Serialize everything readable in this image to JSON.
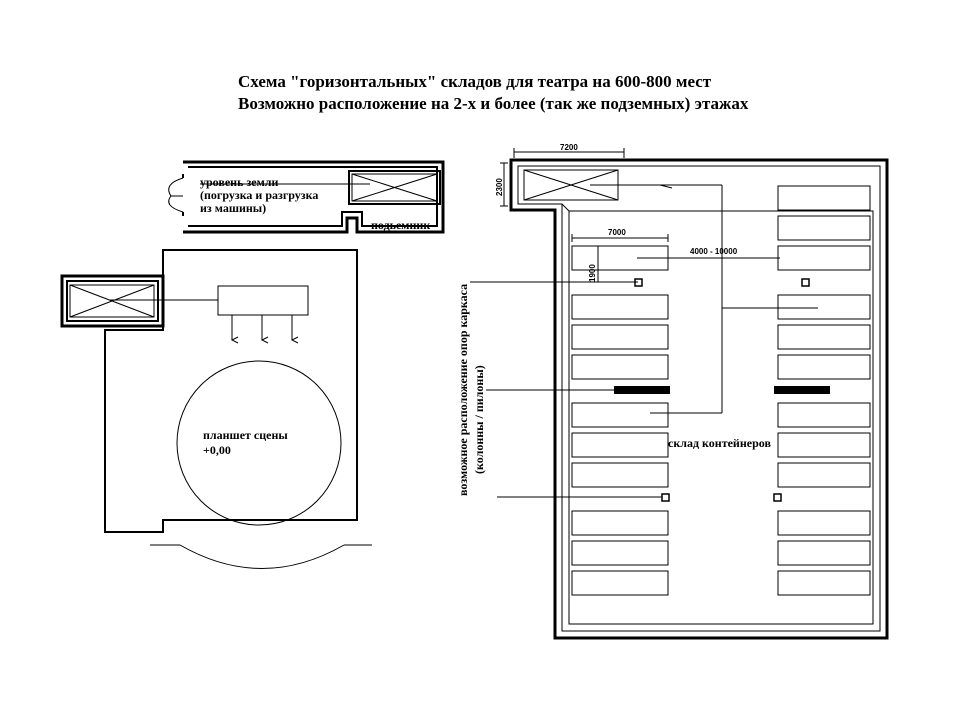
{
  "title": {
    "line1": "Схема \"горизонтальных\" складов для театра на 600-800 мест",
    "line2": "Возможно расположение на 2-х и более (так же подземных) этажах"
  },
  "left_plan": {
    "ground_level_label": [
      "уровень земли",
      "(погрузка и разгрузка",
      " из машины)"
    ],
    "lift_label": "подьемник",
    "stage_label": [
      "планшет сцены",
      "+0,00"
    ]
  },
  "right_plan": {
    "dim_top_width": "7200",
    "dim_top_height": "2300",
    "dim_container_width": "7000",
    "dim_container_height": "1900",
    "dim_aisle": "4000 - 10000",
    "columns_label": [
      "возможное расположение опор каркаса",
      "(колонны / пилоны)"
    ],
    "storage_label": "склад контейнеров"
  },
  "colors": {
    "line": "#000000",
    "background": "#ffffff"
  },
  "icons": [
    "lift-cross-icon",
    "door-icon",
    "arrow-down-icon",
    "column-square-icon"
  ]
}
